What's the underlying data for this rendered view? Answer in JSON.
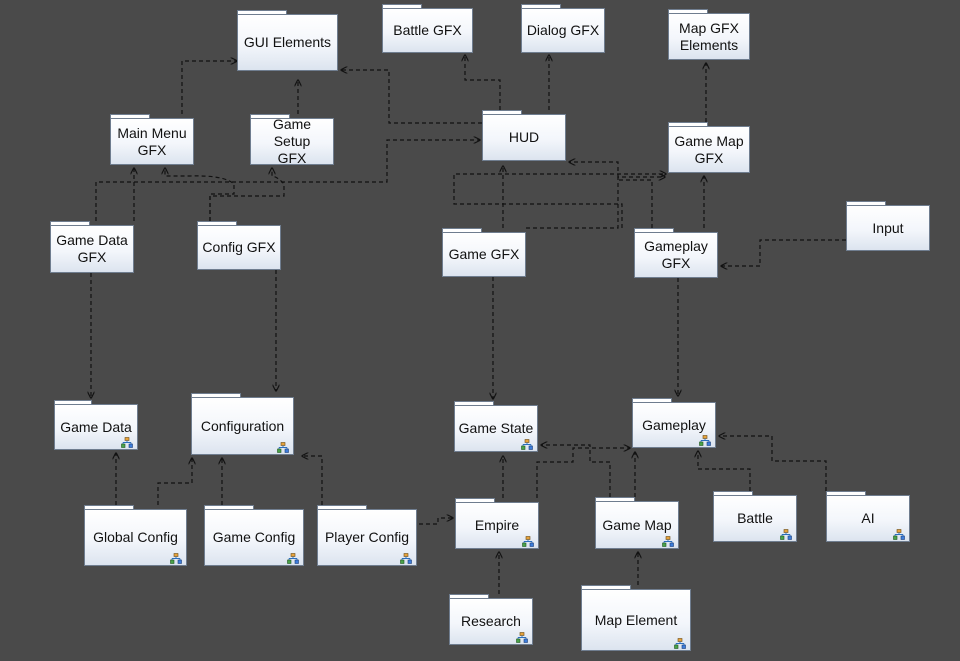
{
  "diagram": {
    "packages": [
      {
        "id": "gui-elements",
        "label": "GUI Elements",
        "badge": false
      },
      {
        "id": "battle-gfx",
        "label": "Battle GFX",
        "badge": false
      },
      {
        "id": "dialog-gfx",
        "label": "Dialog GFX",
        "badge": false
      },
      {
        "id": "map-gfx-elements",
        "label": "Map GFX\nElements",
        "badge": false
      },
      {
        "id": "main-menu-gfx",
        "label": "Main Menu\nGFX",
        "badge": false
      },
      {
        "id": "game-setup-gfx",
        "label": "Game Setup\nGFX",
        "badge": false
      },
      {
        "id": "hud",
        "label": "HUD",
        "badge": false
      },
      {
        "id": "game-map-gfx",
        "label": "Game Map\nGFX",
        "badge": false
      },
      {
        "id": "game-data-gfx",
        "label": "Game Data\nGFX",
        "badge": false
      },
      {
        "id": "config-gfx",
        "label": "Config GFX",
        "badge": false
      },
      {
        "id": "game-gfx",
        "label": "Game GFX",
        "badge": false
      },
      {
        "id": "gameplay-gfx",
        "label": "Gameplay\nGFX",
        "badge": false
      },
      {
        "id": "input",
        "label": "Input",
        "badge": false
      },
      {
        "id": "game-data",
        "label": "Game Data",
        "badge": true
      },
      {
        "id": "configuration",
        "label": "Configuration",
        "badge": true
      },
      {
        "id": "game-state",
        "label": "Game State",
        "badge": true
      },
      {
        "id": "gameplay",
        "label": "Gameplay",
        "badge": true
      },
      {
        "id": "global-config",
        "label": "Global Config",
        "badge": true
      },
      {
        "id": "game-config",
        "label": "Game Config",
        "badge": true
      },
      {
        "id": "player-config",
        "label": "Player Config",
        "badge": true
      },
      {
        "id": "empire",
        "label": "Empire",
        "badge": true
      },
      {
        "id": "game-map",
        "label": "Game Map",
        "badge": true
      },
      {
        "id": "battle",
        "label": "Battle",
        "badge": true
      },
      {
        "id": "ai",
        "label": "AI",
        "badge": true
      },
      {
        "id": "research",
        "label": "Research",
        "badge": true
      },
      {
        "id": "map-element",
        "label": "Map Element",
        "badge": true
      }
    ]
  }
}
